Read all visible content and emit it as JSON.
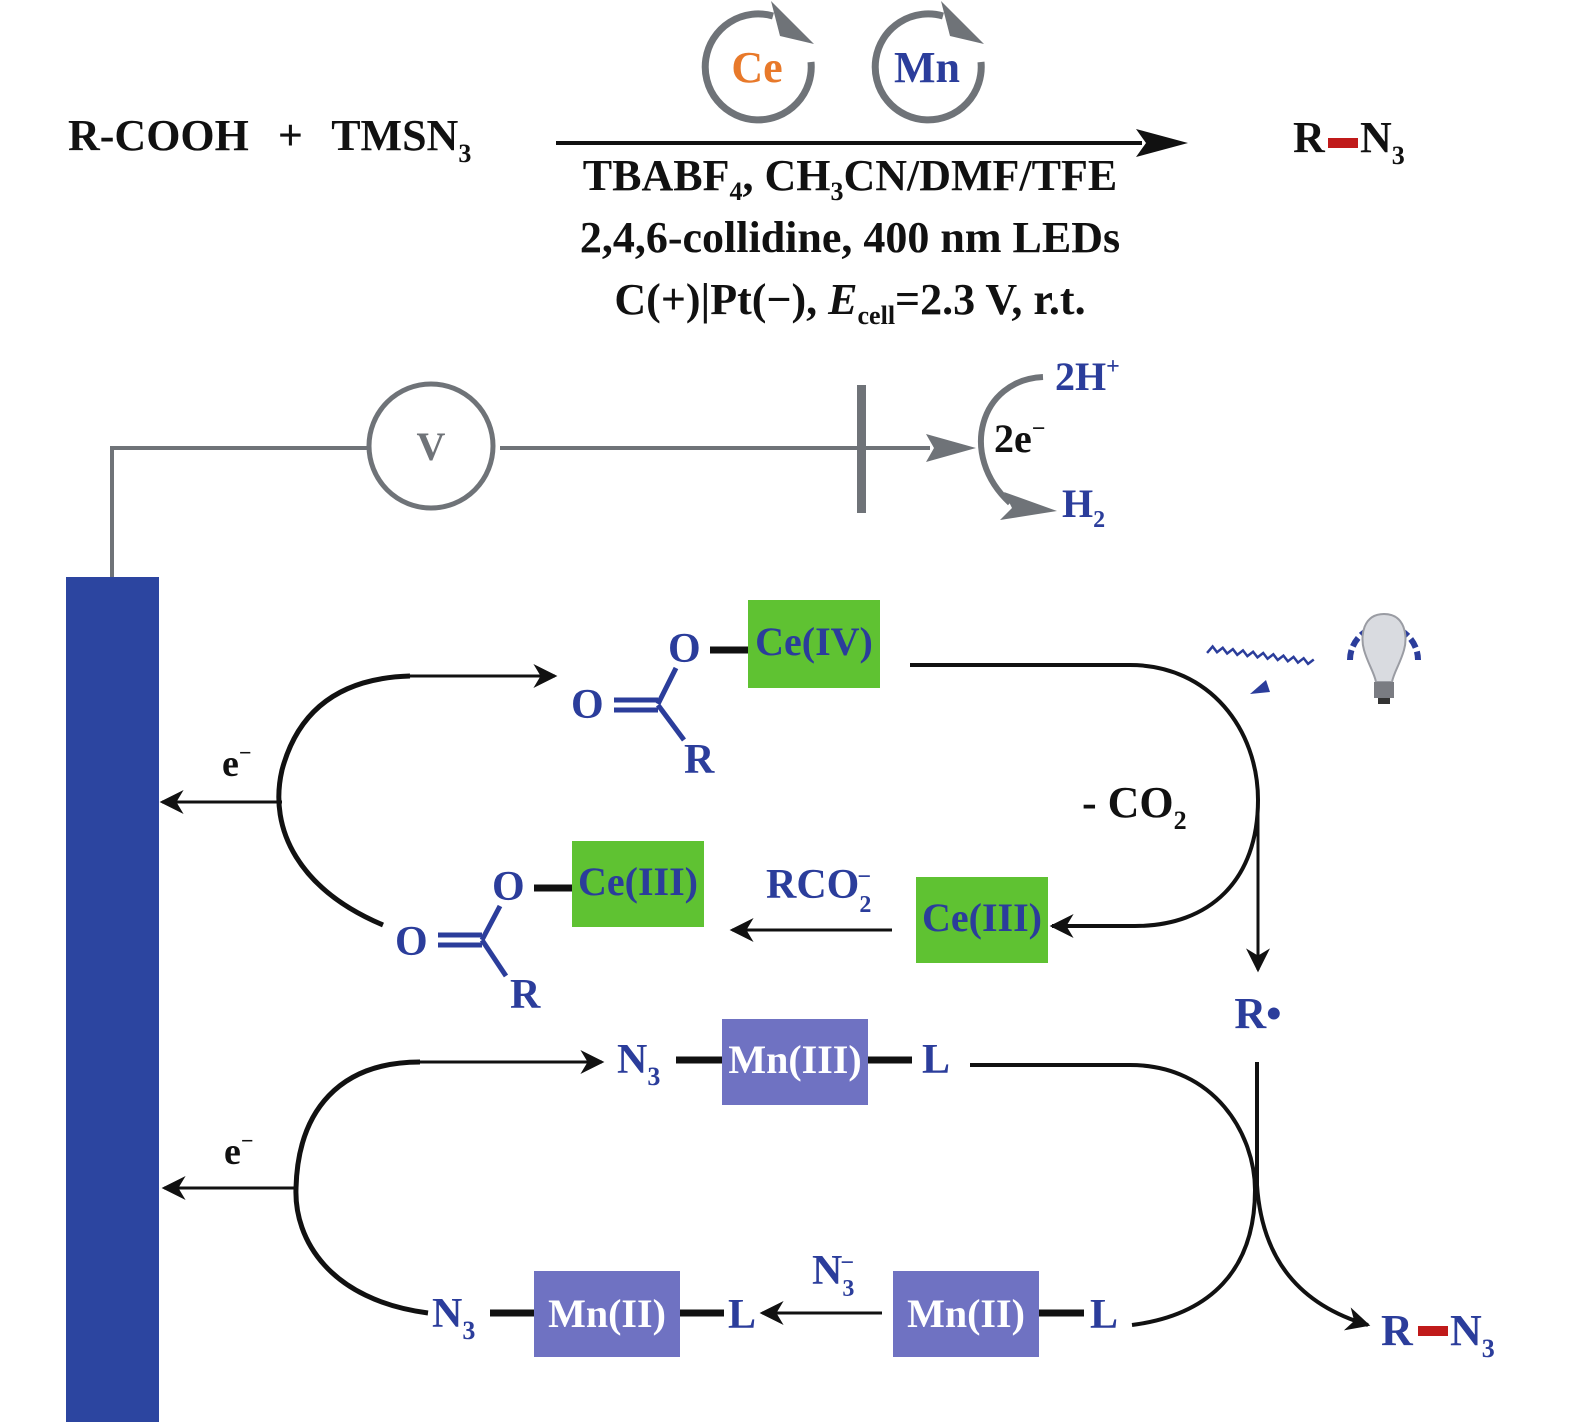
{
  "colors": {
    "electrode": "#2c45a0",
    "ce_box": "#5fc232",
    "mn_box": "#6f72c2",
    "gray": "#6f7378",
    "text_blue": "#2b3d9b",
    "bond_red": "#c01a1a",
    "ce_label": "#e8792a"
  },
  "header": {
    "reactant1": "R-COOH",
    "plus": "+",
    "reactant2_main": "TMSN",
    "reactant2_sub": "3",
    "catalyst_ce": "Ce",
    "catalyst_mn": "Mn",
    "product_r": "R",
    "product_n": "N",
    "product_sub": "3",
    "cond1_a": "TBABF",
    "cond1_sub4": "4",
    "cond1_b": ", CH",
    "cond1_sub3": "3",
    "cond1_c": "CN/DMF/TFE",
    "cond2": "2,4,6-collidine, 400 nm LEDs",
    "cond3_a": "C(+)|Pt(−), ",
    "cond3_e": "E",
    "cond3_sub": "cell",
    "cond3_b": "=2.3 V, r.t."
  },
  "circuit": {
    "voltmeter": "V",
    "proton": "2H",
    "proton_sup": "+",
    "electrons": "2e",
    "electrons_sup": "−",
    "hydrogen": "H",
    "hydrogen_sub": "2"
  },
  "ce_cycle": {
    "ce4_label": "Ce(IV)",
    "ce3_top_label": "Ce(III)",
    "ce3_right_label": "Ce(III)",
    "carbonyl_o": "O",
    "ester_o": "O",
    "r_group": "R",
    "electron": "e",
    "electron_sup": "−",
    "decarboxylation": "- CO",
    "decarboxylation_sub": "2",
    "carboxylate": "RCO",
    "carboxylate_sub": "2",
    "carboxylate_sup": "−",
    "radical": "R•"
  },
  "mn_cycle": {
    "mn3_label": "Mn(III)",
    "mn2_left_label": "Mn(II)",
    "mn2_right_label": "Mn(II)",
    "azide_n": "N",
    "azide_sub": "3",
    "azide_sup": "−",
    "ligand": "L",
    "electron": "e",
    "electron_sup": "−",
    "product_r": "R",
    "product_n": "N",
    "product_sub": "3"
  }
}
